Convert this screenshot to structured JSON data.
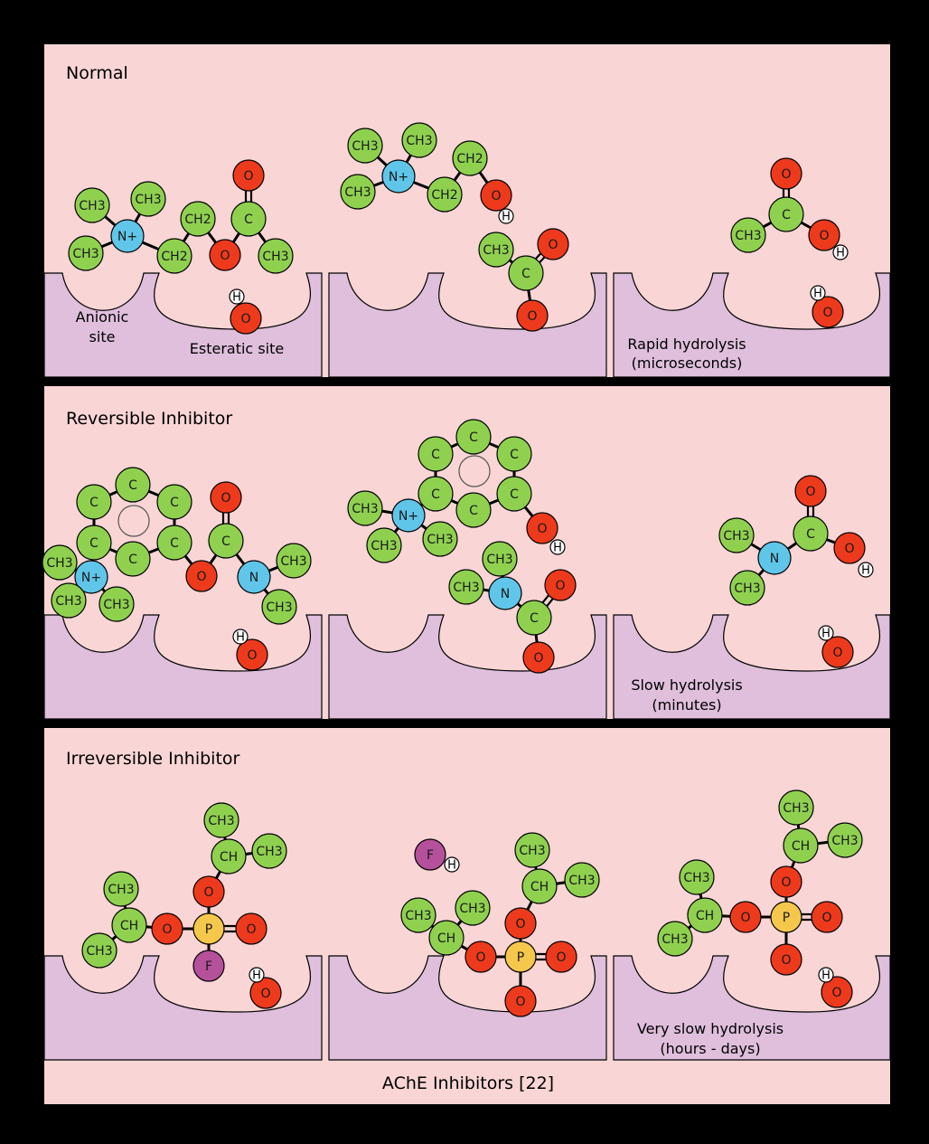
{
  "colors": {
    "background": "#000000",
    "panel_fill": "#f9d5d5",
    "enzyme_fill": "#dfbfdc",
    "carbon": "#8fd14f",
    "oxygen": "#ee3a1c",
    "nitrogen": "#5fc6ea",
    "phosphorus": "#f5c74c",
    "fluorine": "#b5509b",
    "hydrogen": "#ffffff"
  },
  "caption": "AChE Inhibitors [22]",
  "panels": [
    {
      "title": "Normal",
      "labels": {
        "anionic_line1": "Anionic",
        "anionic_line2": "site",
        "esteratic": "Esteratic site",
        "hydrolysis_line1": "Rapid hydrolysis",
        "hydrolysis_line2": "(microseconds)"
      }
    },
    {
      "title": "Reversible Inhibitor",
      "labels": {
        "hydrolysis_line1": "Slow hydrolysis",
        "hydrolysis_line2": "(minutes)"
      }
    },
    {
      "title": "Irreversible Inhibitor",
      "labels": {
        "hydrolysis_line1": "Very slow hydrolysis",
        "hydrolysis_line2": "(hours - days)"
      }
    }
  ],
  "atom_labels": {
    "ch3": "CH3",
    "ch2": "CH2",
    "ch": "CH",
    "c": "C",
    "o": "O",
    "n": "N",
    "n_plus": "N+",
    "p": "P",
    "f": "F",
    "h": "H"
  }
}
